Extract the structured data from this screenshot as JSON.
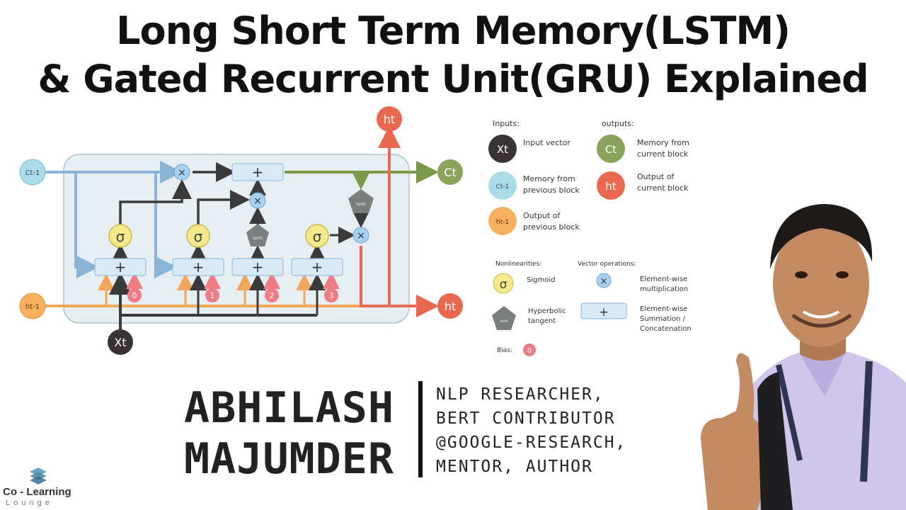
{
  "title": {
    "line1": "Long Short Term Memory(LSTM)",
    "line2": "& Gated Recurrent Unit(GRU) Explained"
  },
  "diagram": {
    "inputs": {
      "c_prev": "Ct-1",
      "h_prev": "ht-1",
      "x": "Xt"
    },
    "outputs": {
      "c": "Ct",
      "h_top": "ht",
      "h_right": "ht"
    },
    "gate_symbol": "σ",
    "tanh_label": "tanh",
    "plus_symbol": "+",
    "times_symbol": "×",
    "biases": [
      "0",
      "1",
      "2",
      "3"
    ],
    "colors": {
      "c_line": "#8ab4d6",
      "h_line": "#f2a65a",
      "x_line": "#3a3a3a",
      "out_c": "#7a9a4a",
      "out_h": "#e8694f",
      "cell_bg": "#e6eef2"
    }
  },
  "legend": {
    "inputs_heading": "Inputs:",
    "outputs_heading": "outputs:",
    "items": {
      "x": {
        "symbol": "Xt",
        "label_line1": "Input vector",
        "label_line2": ""
      },
      "c_prev": {
        "symbol": "Ct-1",
        "label_line1": "Memory from",
        "label_line2": "previous block"
      },
      "h_prev": {
        "symbol": "ht-1",
        "label_line1": "Output of",
        "label_line2": "previous block"
      },
      "c_out": {
        "symbol": "Ct",
        "label_line1": "Memory from",
        "label_line2": "current block"
      },
      "h_out": {
        "symbol": "ht",
        "label_line1": "Output of",
        "label_line2": "current block"
      }
    },
    "nonlinearities_heading": "Nonlinearities:",
    "vector_ops_heading": "Vector operations:",
    "sigmoid_label": "Sigmoid",
    "tanh_label_line1": "Hyperbolic",
    "tanh_label_line2": "tangent",
    "mult_label_line1": "Element-wise",
    "mult_label_line2": "multiplication",
    "sum_label_line1": "Element-wise",
    "sum_label_line2": "Summation /",
    "sum_label_line3": "Concatenation",
    "bias_heading": "Bias:",
    "bias_symbol": "0"
  },
  "presenter": {
    "name_line1": "ABHILASH",
    "name_line2": "MAJUMDER",
    "role_lines": [
      "NLP RESEARCHER,",
      "BERT CONTRIBUTOR",
      "@GOOGLE-RESEARCH,",
      "MENTOR, AUTHOR"
    ]
  },
  "brand": {
    "line1": "Co - Learning",
    "line2": "Lounge"
  }
}
